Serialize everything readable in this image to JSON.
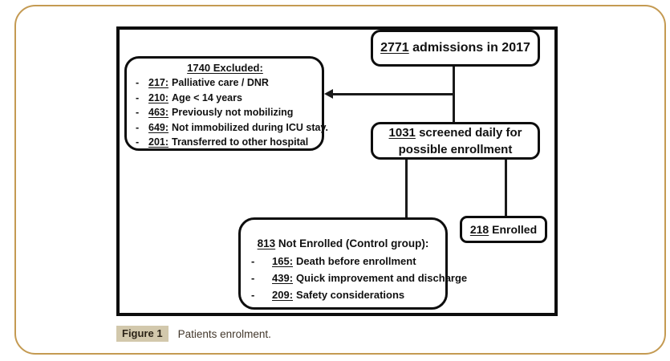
{
  "figure": {
    "caption_label": "Figure 1",
    "caption_text": "Patients enrolment."
  },
  "flowchart": {
    "admissions": {
      "number": "2771",
      "rest": " admissions in 2017"
    },
    "screened": {
      "number": "1031",
      "rest": " screened daily for possible enrollment"
    },
    "enrolled": {
      "number": "218",
      "rest": " Enrolled"
    },
    "excluded": {
      "title": "1740 Excluded:",
      "bullet": "-",
      "items": [
        {
          "number": "217:",
          "label": "Palliative care / DNR"
        },
        {
          "number": "210:",
          "label": "Age < 14 years"
        },
        {
          "number": "463:",
          "label": "Previously not mobilizing"
        },
        {
          "number": "649:",
          "label": "Not immobilized during ICU stay."
        },
        {
          "number": "201:",
          "label": "Transferred to other hospital"
        }
      ]
    },
    "not_enrolled": {
      "number": "813",
      "rest": " Not Enrolled (Control group):",
      "bullet": "-",
      "items": [
        {
          "number": "165:",
          "label": "Death before enrollment"
        },
        {
          "number": "439:",
          "label": "Quick improvement and discharge"
        },
        {
          "number": "209:",
          "label": "Safety considerations"
        }
      ]
    }
  },
  "colors": {
    "frame_border": "#c49a52",
    "box_border": "#0d0d0d",
    "caption_bg": "#d2c8ac",
    "caption_text": "#43382c"
  }
}
